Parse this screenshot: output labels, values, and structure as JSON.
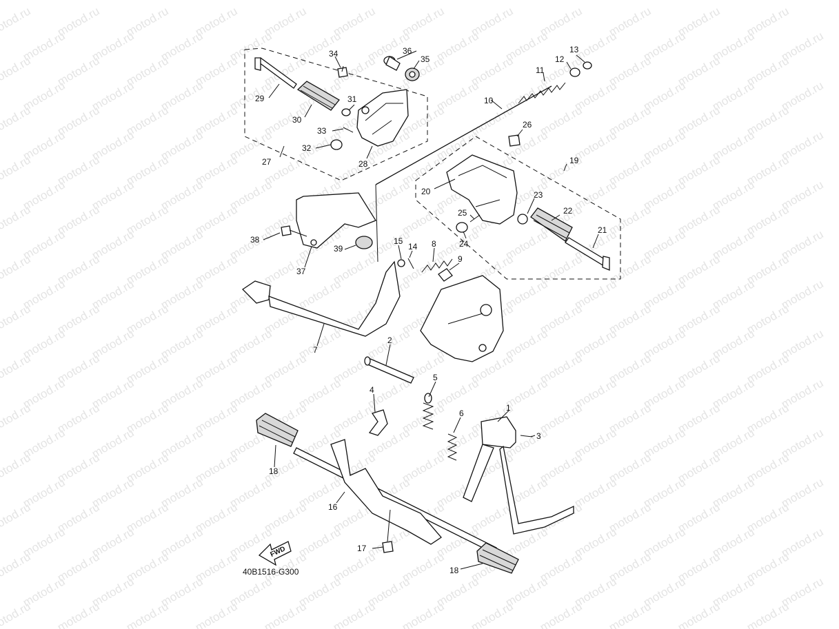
{
  "diagram": {
    "code": "40B1516-G300",
    "fwd_label": "FWD",
    "watermark_text": "motod.ru",
    "callouts": [
      {
        "id": "c1",
        "label": "1"
      },
      {
        "id": "c2",
        "label": "2"
      },
      {
        "id": "c3",
        "label": "3"
      },
      {
        "id": "c4",
        "label": "4"
      },
      {
        "id": "c5",
        "label": "5"
      },
      {
        "id": "c6",
        "label": "6"
      },
      {
        "id": "c7",
        "label": "7"
      },
      {
        "id": "c8",
        "label": "8"
      },
      {
        "id": "c9",
        "label": "9"
      },
      {
        "id": "c10",
        "label": "10"
      },
      {
        "id": "c11",
        "label": "11"
      },
      {
        "id": "c12",
        "label": "12"
      },
      {
        "id": "c13",
        "label": "13"
      },
      {
        "id": "c14",
        "label": "14"
      },
      {
        "id": "c15",
        "label": "15"
      },
      {
        "id": "c16",
        "label": "16"
      },
      {
        "id": "c17",
        "label": "17"
      },
      {
        "id": "c18a",
        "label": "18"
      },
      {
        "id": "c18b",
        "label": "18"
      },
      {
        "id": "c19",
        "label": "19"
      },
      {
        "id": "c20",
        "label": "20"
      },
      {
        "id": "c21",
        "label": "21"
      },
      {
        "id": "c22",
        "label": "22"
      },
      {
        "id": "c23",
        "label": "23"
      },
      {
        "id": "c24",
        "label": "24"
      },
      {
        "id": "c25",
        "label": "25"
      },
      {
        "id": "c26",
        "label": "26"
      },
      {
        "id": "c27",
        "label": "27"
      },
      {
        "id": "c28",
        "label": "28"
      },
      {
        "id": "c29",
        "label": "29"
      },
      {
        "id": "c30",
        "label": "30"
      },
      {
        "id": "c31",
        "label": "31"
      },
      {
        "id": "c32",
        "label": "32"
      },
      {
        "id": "c33",
        "label": "33"
      },
      {
        "id": "c34",
        "label": "34"
      },
      {
        "id": "c35",
        "label": "35"
      },
      {
        "id": "c36",
        "label": "36"
      },
      {
        "id": "c37",
        "label": "37"
      },
      {
        "id": "c38",
        "label": "38"
      },
      {
        "id": "c39",
        "label": "39"
      }
    ]
  }
}
